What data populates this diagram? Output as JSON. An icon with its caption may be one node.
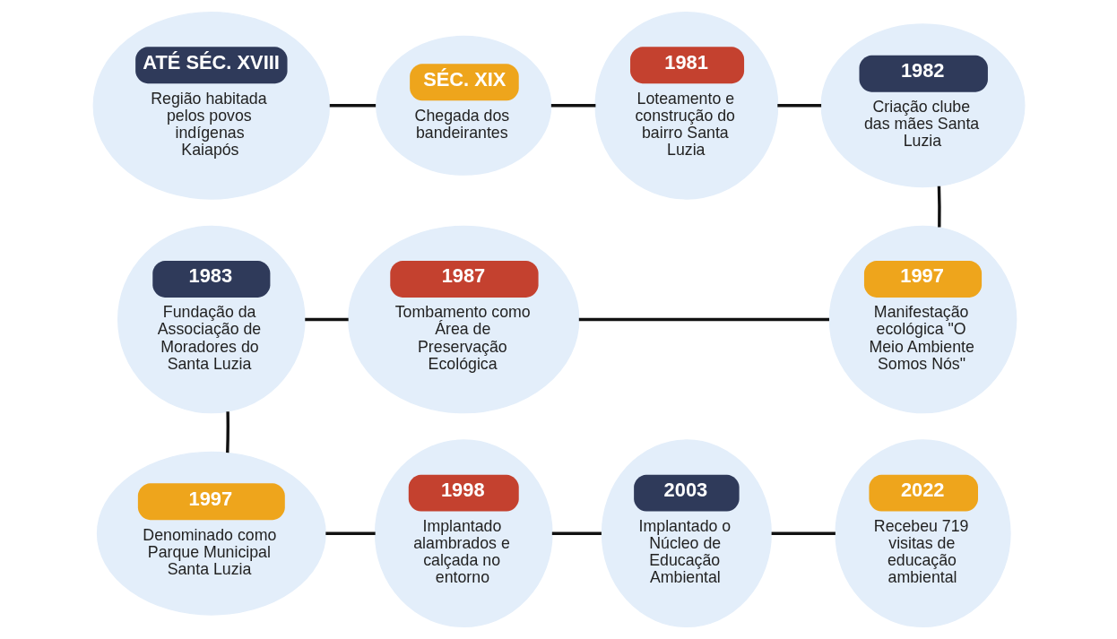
{
  "diagram": {
    "nodes": [
      {
        "text": [
          "ATÉ SÉC. XVIII",
          "Região habitada pelos povos indígenas Kaiapós"
        ]
      },
      {
        "text": [
          "SÉC. XIX",
          "Chegada dos bandeirantes"
        ]
      },
      {
        "text": [
          "1981",
          "Loteamento e construção do bairro Santa Luzia"
        ]
      },
      {
        "text": [
          "1982",
          "Criação clube das mães Santa Luzia"
        ]
      },
      {
        "text": [
          "1997",
          "Manifestação ecológica \"O Meio Ambiente Somos Nós\""
        ]
      },
      {
        "text": [
          "1987",
          "Tombamento como Área de Preservação Ecológica"
        ]
      },
      {
        "text": [
          "1983",
          "Fundação da Associação de Moradores do Santa Luzia"
        ]
      },
      {
        "text": [
          "1997",
          "Denominado como Parque Municipal Santa Luzia"
        ]
      },
      {
        "text": [
          "1998",
          "Implantado alambrados e calçada no entorno"
        ]
      },
      {
        "text": [
          "2003",
          "Implantado o Núcleo de Educação Ambiental"
        ]
      },
      {
        "text": [
          "2022",
          "Recebeu 719 visitas de educação ambiental"
        ]
      }
    ],
    "edges": [
      {
        "from": 0,
        "to": 1,
        "arrow": "none"
      },
      {
        "from": 1,
        "to": 2,
        "arrow": "none"
      },
      {
        "from": 2,
        "to": 3,
        "arrow": "none"
      },
      {
        "from": 3,
        "to": 4,
        "arrow": "none"
      },
      {
        "from": 4,
        "to": 5,
        "arrow": "none"
      },
      {
        "from": 5,
        "to": 6,
        "arrow": "none"
      },
      {
        "from": 6,
        "to": 7,
        "arrow": "none"
      },
      {
        "from": 7,
        "to": 8,
        "arrow": "none"
      },
      {
        "from": 8,
        "to": 9,
        "arrow": "none"
      },
      {
        "from": 9,
        "to": 10,
        "arrow": "none"
      }
    ]
  }
}
